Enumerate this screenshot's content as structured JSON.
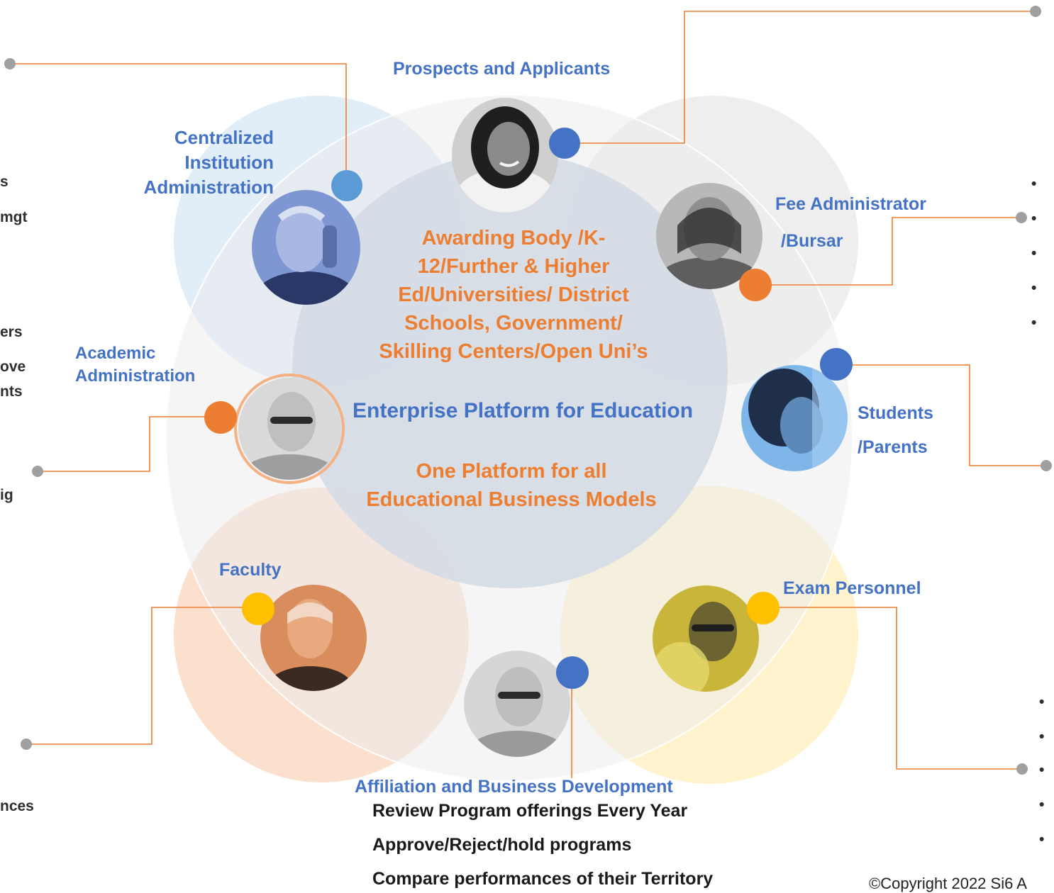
{
  "center": {
    "lines_orange": [
      "Awarding Body /K-",
      "12/Further & Higher",
      "Ed/Universities/ District",
      "Schools, Government/",
      "Skilling Centers/Open Uni’s"
    ],
    "platform_title": "Enterprise Platform for Education",
    "tagline_lines": [
      "One Platform for all",
      "Educational Business Models"
    ]
  },
  "personas": {
    "prospects": "Prospects and Applicants",
    "central_admin": [
      "Centralized",
      "Institution",
      "Administration"
    ],
    "fee_admin": [
      "Fee Administrator",
      "/Bursar"
    ],
    "academic_admin": [
      "Academic",
      "Administration"
    ],
    "students": [
      "Students",
      "/Parents"
    ],
    "faculty": "Faculty",
    "exam": "Exam Personnel",
    "affiliation": "Affiliation and Business Development"
  },
  "affiliation_items": [
    "Review Program offerings Every Year",
    "Approve/Reject/hold programs",
    "Compare performances of their Territory"
  ],
  "left_cutoff_text": [
    "s",
    "mgt",
    "ers",
    "ove",
    "nts",
    "ig",
    "nces"
  ],
  "right_bullet_char": "•",
  "copyright": "©Copyright 2022 Si6 A",
  "colors": {
    "blue": "#4472c4",
    "orange": "#ed7d31",
    "yellow": "#ffc000",
    "line": "#ed7d31",
    "gray_dot": "#a0a0a0"
  }
}
